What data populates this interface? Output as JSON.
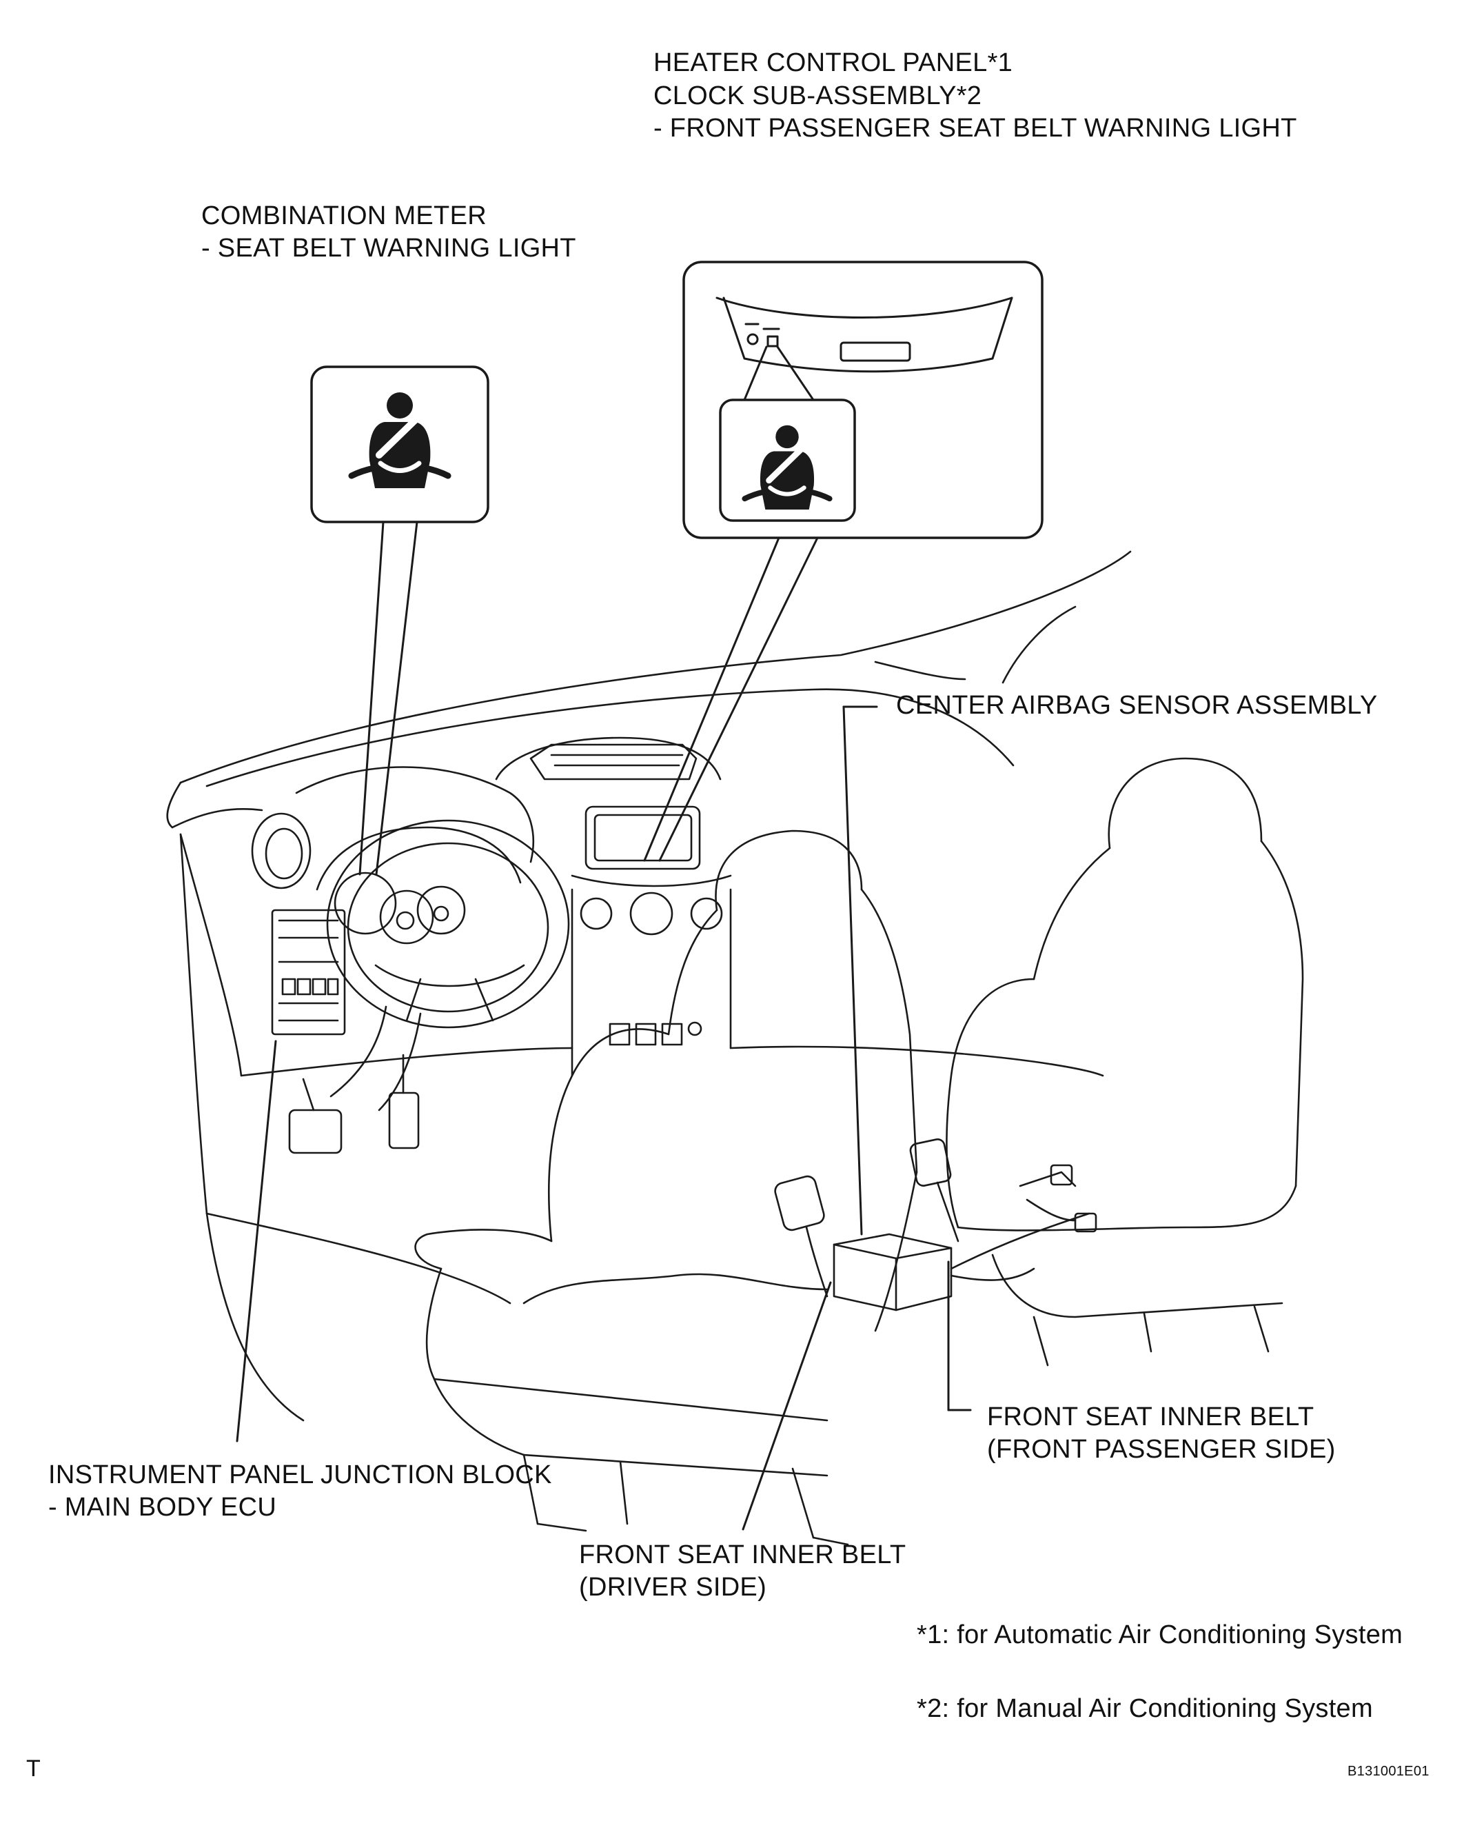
{
  "labels": {
    "heater_control_panel": "HEATER CONTROL PANEL*1",
    "clock_sub_assembly": "CLOCK SUB-ASSEMBLY*2",
    "front_passenger_warning_light": "- FRONT PASSENGER SEAT BELT WARNING LIGHT",
    "combination_meter": "COMBINATION METER",
    "seat_belt_warning_light": "- SEAT BELT WARNING LIGHT",
    "center_airbag_sensor": "CENTER AIRBAG SENSOR ASSEMBLY",
    "front_inner_belt_passenger_1": "FRONT SEAT INNER BELT",
    "front_inner_belt_passenger_2": "(FRONT PASSENGER SIDE)",
    "instrument_panel_jb": "INSTRUMENT PANEL JUNCTION BLOCK",
    "main_body_ecu": "- MAIN BODY ECU",
    "front_inner_belt_driver_1": "FRONT SEAT INNER BELT",
    "front_inner_belt_driver_2": "(DRIVER SIDE)"
  },
  "notes": {
    "note1": "*1: for Automatic Air Conditioning System",
    "note2": "*2: for Manual Air Conditioning System"
  },
  "corner_mark": "T",
  "figure_code": "B131001E01",
  "icons": {
    "meter_inset": "seat-belt-warning-icon",
    "panel_inset": "seat-belt-warning-icon"
  }
}
